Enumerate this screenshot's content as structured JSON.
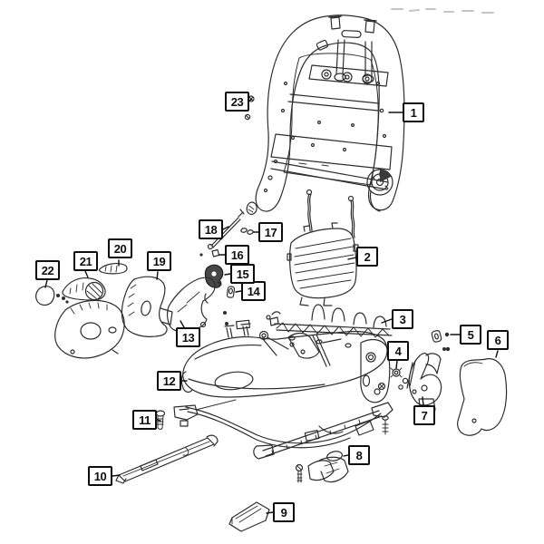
{
  "diagram": {
    "type": "exploded-parts-diagram",
    "colors": {
      "background": "#ffffff",
      "line": "#2e2e2e",
      "leader": "#111111",
      "callout_border": "#0d0d0d",
      "callout_text": "#0d0d0d",
      "stray_marks": "#c4c4c4"
    },
    "callouts": [
      {
        "label": "1"
      },
      {
        "label": "2"
      },
      {
        "label": "3"
      },
      {
        "label": "4"
      },
      {
        "label": "5"
      },
      {
        "label": "6"
      },
      {
        "label": "7"
      },
      {
        "label": "8"
      },
      {
        "label": "9"
      },
      {
        "label": "10"
      },
      {
        "label": "11"
      },
      {
        "label": "12"
      },
      {
        "label": "13"
      },
      {
        "label": "14"
      },
      {
        "label": "15"
      },
      {
        "label": "16"
      },
      {
        "label": "17"
      },
      {
        "label": "18"
      },
      {
        "label": "19"
      },
      {
        "label": "20"
      },
      {
        "label": "21"
      },
      {
        "label": "22"
      },
      {
        "label": "23"
      }
    ]
  }
}
